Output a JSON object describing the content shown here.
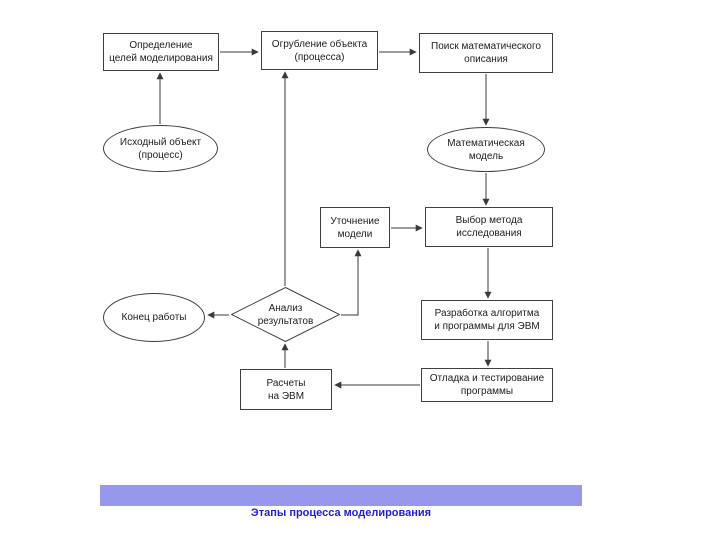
{
  "page": {
    "background": "#ffffff"
  },
  "colors": {
    "line": "#3a3a3a",
    "node_fill": "#ffffff",
    "node_text": "#1c1c1c",
    "footer_bar": "#9797ec",
    "caption_text": "#2121cc"
  },
  "caption": {
    "text": "Этапы процесса моделирования"
  },
  "diagram": {
    "nodes": {
      "define_goals": {
        "shape": "rect",
        "lines": [
          "Определение",
          "целей моделирования"
        ]
      },
      "coarsen_object": {
        "shape": "rect",
        "lines": [
          "Огрубление объекта",
          "(процесса)"
        ]
      },
      "find_math_description": {
        "shape": "rect",
        "lines": [
          "Поиск математического",
          "описания"
        ]
      },
      "source_object": {
        "shape": "ellipse",
        "lines": [
          "Исходный объект",
          "(процесс)"
        ]
      },
      "math_model": {
        "shape": "ellipse",
        "lines": [
          "Математическая",
          "модель"
        ]
      },
      "refine_model": {
        "shape": "rect",
        "lines": [
          "Уточнение",
          "модели"
        ]
      },
      "choose_method": {
        "shape": "rect",
        "lines": [
          "Выбор метода",
          "исследования"
        ]
      },
      "analyze_results": {
        "shape": "diamond",
        "lines": [
          "Анализ",
          "результатов"
        ]
      },
      "end_work": {
        "shape": "ellipse",
        "lines": [
          "Конец работы"
        ]
      },
      "develop_algorithm": {
        "shape": "rect",
        "lines": [
          "Разработка алгоритма",
          "и программы для ЭВМ"
        ]
      },
      "compute_on_computer": {
        "shape": "rect",
        "lines": [
          "Расчеты",
          "на ЭВМ"
        ]
      },
      "debug_testing": {
        "shape": "rect",
        "lines": [
          "Отладка и тестирование",
          "программы"
        ]
      }
    },
    "edges": [
      {
        "from": "source_object",
        "to": "define_goals"
      },
      {
        "from": "define_goals",
        "to": "coarsen_object"
      },
      {
        "from": "coarsen_object",
        "to": "find_math_description"
      },
      {
        "from": "find_math_description",
        "to": "math_model"
      },
      {
        "from": "math_model",
        "to": "choose_method"
      },
      {
        "from": "refine_model",
        "to": "choose_method"
      },
      {
        "from": "choose_method",
        "to": "develop_algorithm"
      },
      {
        "from": "develop_algorithm",
        "to": "debug_testing"
      },
      {
        "from": "debug_testing",
        "to": "compute_on_computer"
      },
      {
        "from": "compute_on_computer",
        "to": "analyze_results"
      },
      {
        "from": "analyze_results",
        "to": "refine_model"
      },
      {
        "from": "analyze_results",
        "to": "coarsen_object"
      },
      {
        "from": "analyze_results",
        "to": "end_work"
      }
    ]
  }
}
